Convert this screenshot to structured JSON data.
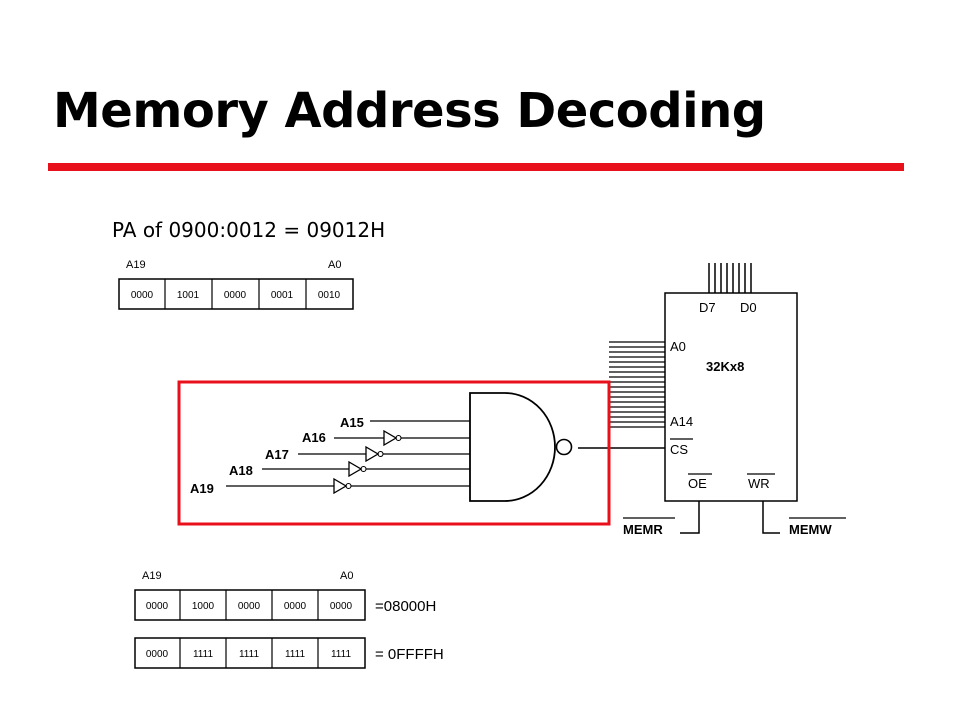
{
  "slide": {
    "title": "Memory Address Decoding",
    "rule_color": "#e8101b",
    "pa_text": "PA of  0900:0012 = 09012H"
  },
  "top_register": {
    "msb_label": "A19",
    "lsb_label": "A0",
    "cells": [
      "0000",
      "1001",
      "0000",
      "0001",
      "0010"
    ]
  },
  "chip": {
    "data_msb": "D7",
    "data_lsb": "D0",
    "addr_lsb": "A0",
    "addr_msb": "A14",
    "size": "32Kx8",
    "cs": "CS",
    "oe": "OE",
    "wr": "WR",
    "memr": "MEMR",
    "memw": "MEMW"
  },
  "decoder": {
    "highlight_color": "#e8101b",
    "inputs": [
      "A15",
      "A16",
      "A17",
      "A18",
      "A19"
    ]
  },
  "range_table": {
    "msb_label": "A19",
    "lsb_label": "A0",
    "rows": [
      {
        "cells": [
          "0000",
          "1000",
          "0000",
          "0000",
          "0000"
        ],
        "result": "=08000H"
      },
      {
        "cells": [
          "0000",
          "1111",
          "1111",
          "1111",
          "1111"
        ],
        "result": "= 0FFFFH"
      }
    ]
  }
}
